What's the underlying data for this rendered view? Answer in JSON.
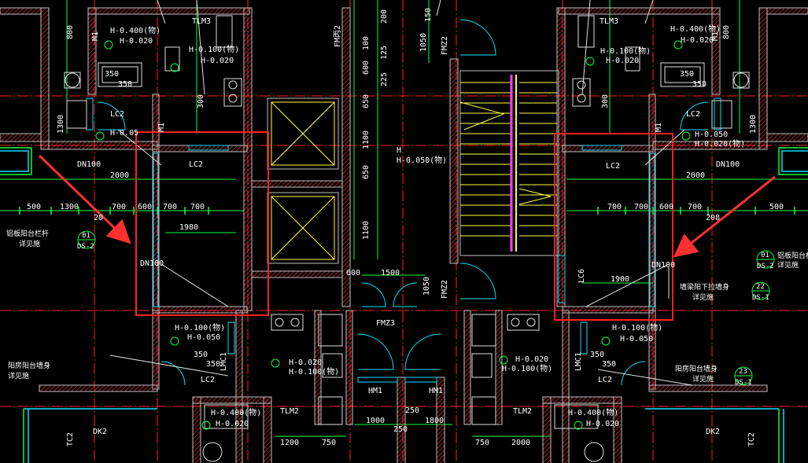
{
  "colors": {
    "background": "#000000",
    "wall": "#c0c0c0",
    "wall_hatch": "#ff3030",
    "axis": "#ff2020",
    "dimension": "#00ff40",
    "door": "#00e0ff",
    "fixture": "#e0e0e0",
    "shaft": "#ffff40",
    "highlight": "#ff2020",
    "arrow": "#ff3030",
    "text": "#ffffff"
  },
  "labels": {
    "tlm3_left": "TLM3",
    "tlm3_right": "TLM3",
    "h_0400_tl": "H-0.400(物)",
    "h_0020_tl": "H-0.020",
    "h_0100_tl": "H-0.100(物)",
    "h_0020_tl2": "H-0.020",
    "lc2_tl": "LC2",
    "h_005_tl": "H-0.05",
    "dn100_tl": "DN100",
    "lc2_room_l": "LC2",
    "dn100_l": "DN100",
    "fmz2_l": "FM丙2",
    "fmz2_mid": "FMZ2",
    "h_center": "H",
    "h_0050_center": "H-0.050(物)",
    "fmz3": "FMZ3",
    "fmz2_bottom": "FMZ2",
    "lc6": "LC6",
    "lc2_room_r": "LC2",
    "dn100_r": "DN100",
    "lc2_tr": "LC2",
    "h_0050_tr": "H-0.050",
    "h_0020_tr": "H-0.020(物)",
    "dn100_tr": "DN100",
    "h_0400_tr": "H-0.400(物)",
    "h_0020_tr2": "H-0.020",
    "h_0100_tr": "H-0.100(物)",
    "h_0020_tr3": "H-0.020",
    "h_0100_bl": "H-0.100(物)",
    "h_0050_bl": "H-0.050",
    "lmc1_l": "LMC1",
    "lc2_bl": "LC2",
    "h_0020_bc": "H-0.020",
    "h_0100_bc": "H-0.100(物)",
    "h_0020_bc2": "H-0.020",
    "h_0100_bc2": "H-0.100(物)",
    "lmc1_r": "LMC1",
    "h_0100_br": "H-0.100(物)",
    "h_0050_br": "H-0.050",
    "lc2_br": "LC2",
    "hm1_l": "HM1",
    "hm1_r": "HM1",
    "tlm2_l": "TLM2",
    "tlm2_r": "TLM2",
    "h_0400_bl": "H-0.400(物)",
    "h_0020_bl": "H-0.020",
    "h_0400_br": "H-0.400(物)",
    "h_0020_br": "H-0.020",
    "dk2_l": "DK2",
    "dk2_r": "DK2",
    "tc2_l": "TC2",
    "tc2_r": "TC2",
    "m1_a": "M1",
    "m1_b": "M1",
    "m1_c": "M1",
    "m1_d": "M1",
    "note_l1": "铝板阳台栏杆",
    "note_l2": "详见施",
    "note_r1": "铝板阳台栏杆",
    "note_r2": "详见施",
    "note_bl1": "阳房阳台墙身",
    "note_bl2": "详见施",
    "note_br1": "阳房阳台墙身",
    "note_br2": "详见施",
    "note_mr1": "墙梁阳下拉墙身",
    "note_mr2": "详见施",
    "tag_01": "01",
    "tag_ds2": "DS-2",
    "tag_01r": "01",
    "tag_ds2r": "DS-2",
    "tag_22": "22",
    "tag_ds1": "DS-1",
    "tag_23": "23",
    "tag_ds1b": "DS-1"
  },
  "dims": {
    "d2000_l": "2000",
    "d500_l": "500",
    "d1300_l": "1300",
    "d700_a": "700",
    "d600_a": "600",
    "d700_b": "700",
    "d700_c": "700",
    "d20_l": "20",
    "d1980": "1980",
    "d2000_r": "2000",
    "d700_r1": "700",
    "d700_r2": "700",
    "d600_r": "600",
    "d700_r3": "700",
    "d500_r": "500",
    "d208_r": "208",
    "d1900": "1900",
    "d800_tl": "800",
    "d1300_tl": "1300",
    "d350_a": "350",
    "d350_b": "350",
    "d300_a": "300",
    "d800_tr": "800",
    "d1300_tr": "1300",
    "d350_c": "350",
    "d350_d": "350",
    "d300_b": "300",
    "d200": "200",
    "d100": "100",
    "d125": "125",
    "d600_v": "600",
    "d225": "225",
    "d650_a": "650",
    "d1100_a": "1100",
    "d650_b": "650",
    "d1100_b": "1100",
    "d1050_a": "1050",
    "d150": "150",
    "d600_c": "600",
    "d1500": "1500",
    "d1050_b": "1050",
    "d1200": "1200",
    "d750_l": "750",
    "d1000": "1000",
    "d250_a": "250",
    "d250_b": "250",
    "d1800": "1800",
    "d750_r": "750",
    "d2000_b": "2000",
    "d350_e": "350",
    "d350_f": "350",
    "d350_g": "350",
    "d350_h": "350"
  }
}
